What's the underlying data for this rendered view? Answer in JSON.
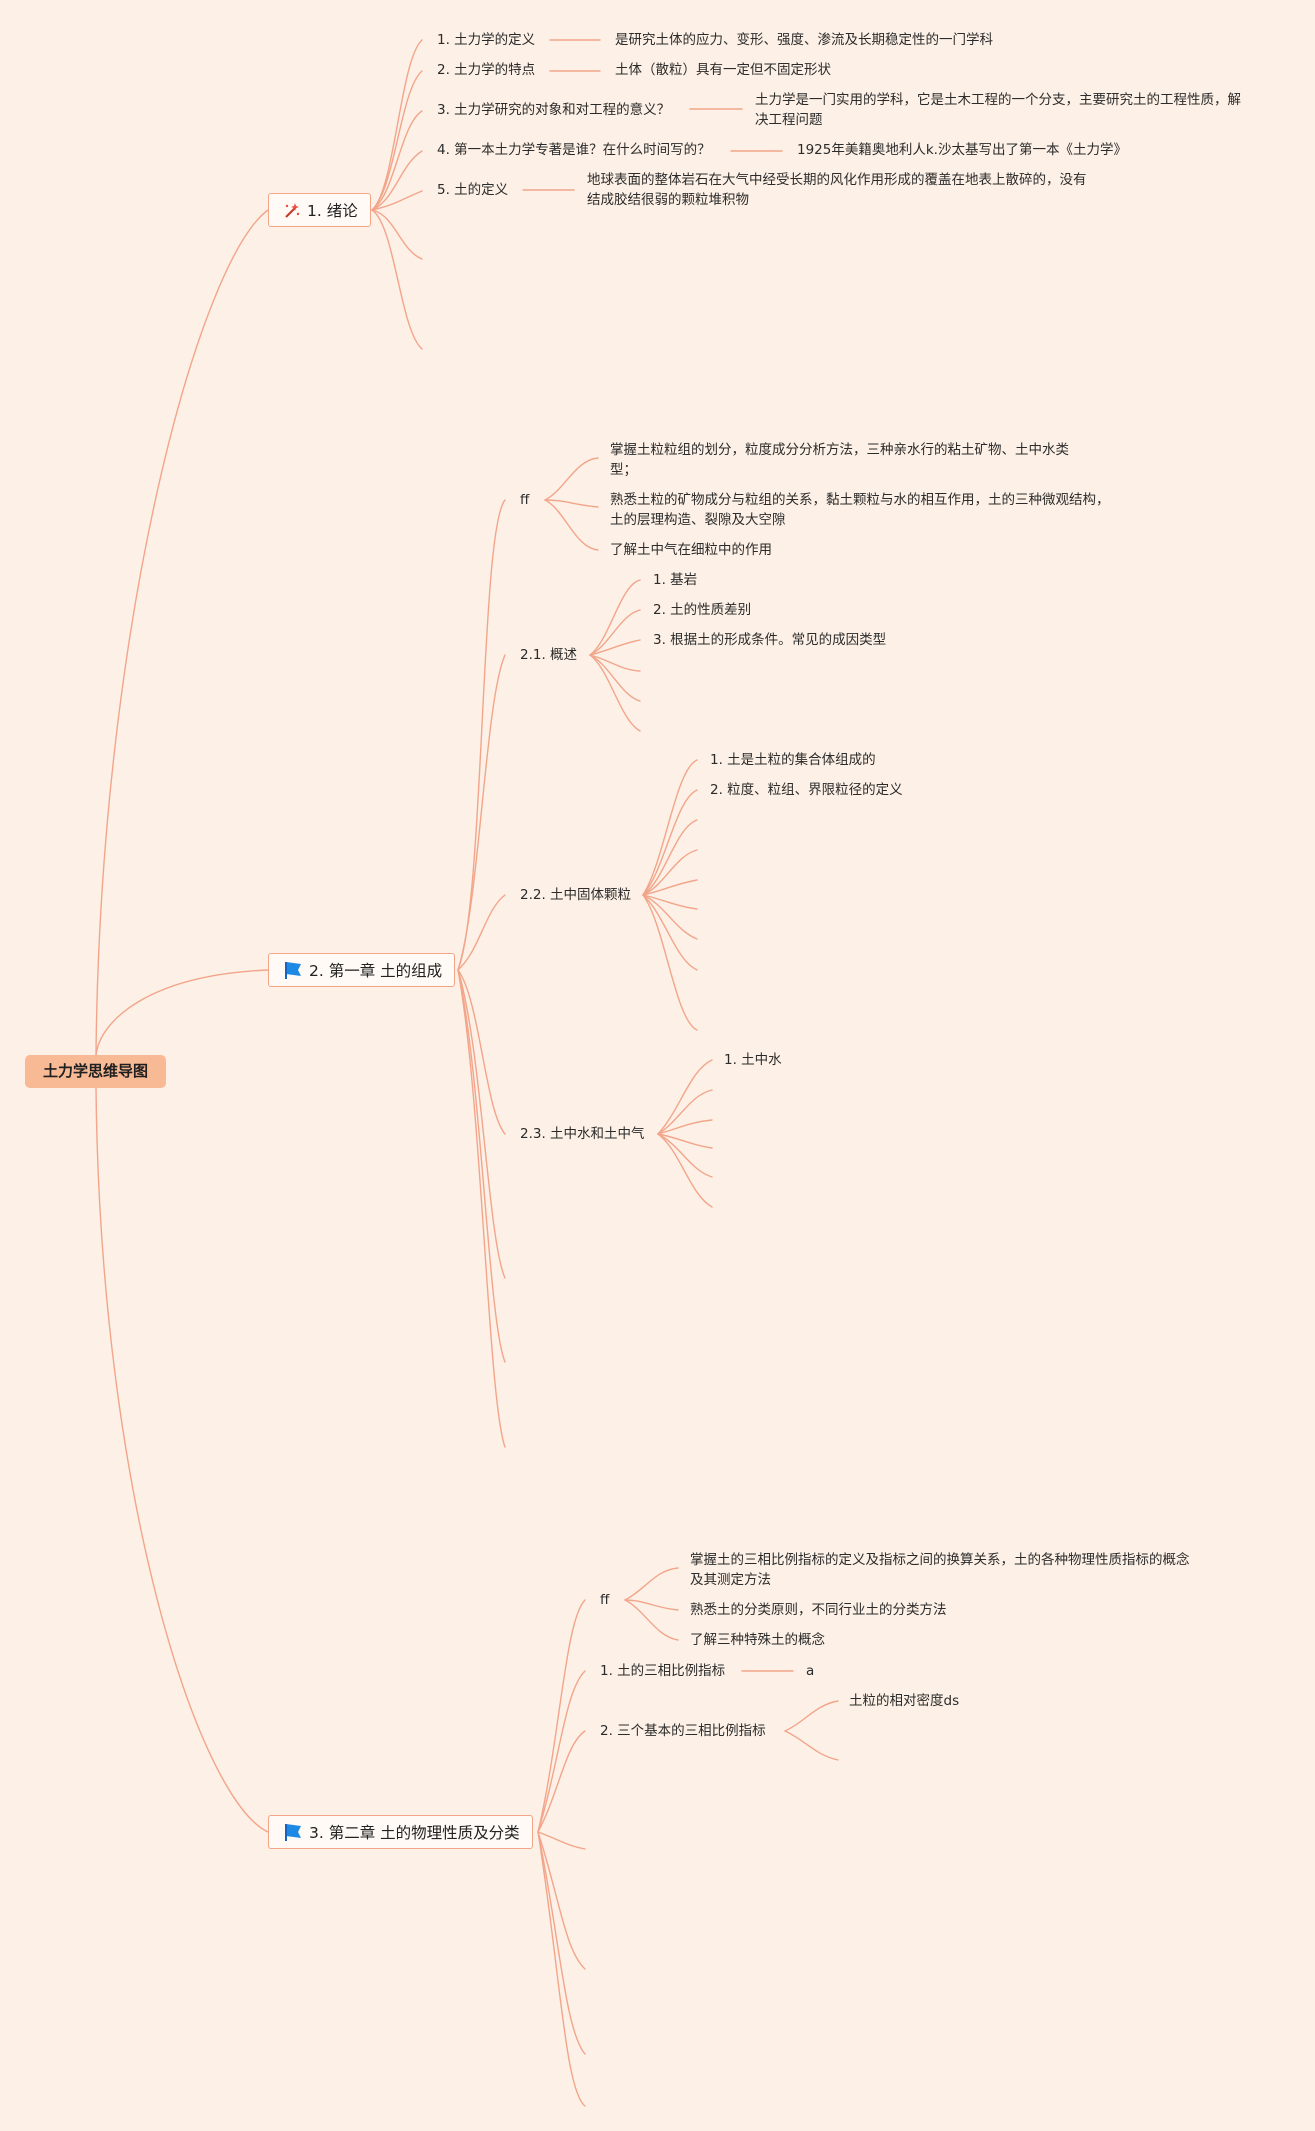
{
  "root": {
    "title": "土力学思维导图"
  },
  "topics": [
    {
      "icon": "magic-wand-icon",
      "label": "1. 绪论",
      "items": [
        {
          "label": "1. 土力学的定义",
          "value": "是研究土体的应力、变形、强度、渗流及长期稳定性的一门学科"
        },
        {
          "label": "2. 土力学的特点",
          "value": "土体（散粒）具有一定但不固定形状"
        },
        {
          "label": "3. 土力学研究的对象和对工程的意义？",
          "value": "土力学是一门实用的学科，它是土木工程的一个分支，主要研究土的工程性质，解决工程问题"
        },
        {
          "label": "4. 第一本土力学专著是谁？在什么时间写的？",
          "value": "1925年美籍奥地利人k.沙太基写出了第一本《土力学》"
        },
        {
          "label": "5. 土的定义",
          "value": "地球表面的整体岩石在大气中经受长期的风化作用形成的覆盖在地表上散碎的，没有结成胶结很弱的颗粒堆积物"
        }
      ]
    },
    {
      "icon": "flag-icon",
      "label": "2. 第一章 土的组成",
      "ff": {
        "label": "ff",
        "items": [
          "掌握土粒粒组的划分，粒度成分分析方法，三种亲水行的粘土矿物、土中水类型；",
          "熟悉土粒的矿物成分与粒组的关系，黏土颗粒与水的相互作用，土的三种微观结构，土的层理构造、裂隙及大空隙",
          "了解土中气在细粒中的作用"
        ]
      },
      "sections": [
        {
          "label": "2.1. 概述",
          "items": [
            "1. 基岩",
            "2. 土的性质差别",
            "3. 根据土的形成条件。常见的成因类型"
          ]
        },
        {
          "label": "2.2. 土中固体颗粒",
          "items": [
            "1. 土是土粒的集合体组成的",
            "2. 粒度、粒组、界限粒径的定义"
          ]
        },
        {
          "label": "2.3. 土中水和土中气",
          "items": [
            "1. 土中水"
          ]
        }
      ]
    },
    {
      "icon": "flag-icon",
      "label": "3. 第二章 土的物理性质及分类",
      "ff": {
        "label": "ff",
        "items": [
          "掌握土的三相比例指标的定义及指标之间的换算关系，土的各种物理性质指标的概念及其测定方法",
          "熟悉土的分类原则，不同行业土的分类方法",
          "了解三种特殊土的概念"
        ]
      },
      "sections": [
        {
          "label": "1. 土的三相比例指标",
          "value": "a"
        },
        {
          "label": "2. 三个基本的三相比例指标",
          "items": [
            "土粒的相对密度ds"
          ]
        }
      ]
    }
  ]
}
